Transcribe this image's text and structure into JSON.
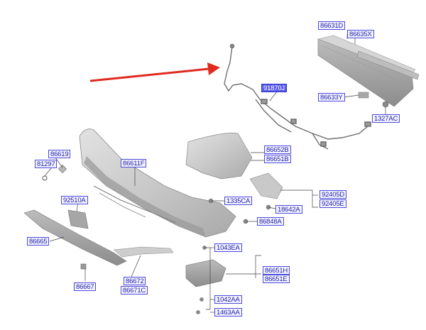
{
  "diagram": {
    "accent_color": "#e02a1f",
    "label_color": "#1d1da8",
    "highlight_color": "#5a5aec",
    "part_labels": {
      "p86631D": "86631D",
      "p86635X": "86635X",
      "p91870J": "91870J",
      "p86633Y": "86633Y",
      "p1327AC": "1327AC",
      "p86619": "86619",
      "p81297": "81297",
      "p86611F": "86611F",
      "p86652B": "86652B",
      "p86651B": "86651B",
      "p92510A": "92510A",
      "p1335CA": "1335CA",
      "p92405D": "92405D",
      "p92405E": "92405E",
      "p18642A": "18642A",
      "p86848A": "86848A",
      "p86665": "86665",
      "p1043EA": "1043EA",
      "p86651H": "86651H",
      "p86651E": "86651E",
      "p86672": "86672",
      "p86671C": "86671C",
      "p86667": "86667",
      "p1042AA": "1042AA",
      "p1463AA": "1463AA"
    }
  }
}
